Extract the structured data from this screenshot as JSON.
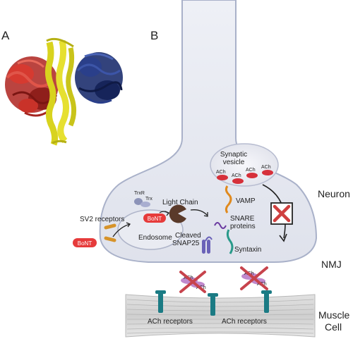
{
  "panel_a": {
    "label": "A"
  },
  "panel_b": {
    "label": "B",
    "regions": {
      "neuron": "Neuron",
      "nmj": "NMJ",
      "muscle_line1": "Muscle",
      "muscle_line2": "Cell"
    },
    "vesicle": {
      "title_line1": "Synaptic",
      "title_line2": "vesicle",
      "ach_label": "ACh"
    },
    "labels": {
      "trxr": "TrxR",
      "trx": "Trx",
      "light_chain": "Light Chain",
      "sv2_receptors": "SV2 receptors",
      "bont_inner": "BoNT",
      "bont_outer": "BoNT",
      "endosome": "Endosome",
      "cleaved_line1": "Cleaved",
      "cleaved_line2": "SNAP25",
      "vamp": "VAMP",
      "snare_line1": "SNARE",
      "snare_line2": "proteins",
      "syntaxin": "Syntaxin",
      "ach_cleft": "ACh",
      "ach_receptors_1": "ACh receptors",
      "ach_receptors_2": "ACh receptors"
    }
  }
}
